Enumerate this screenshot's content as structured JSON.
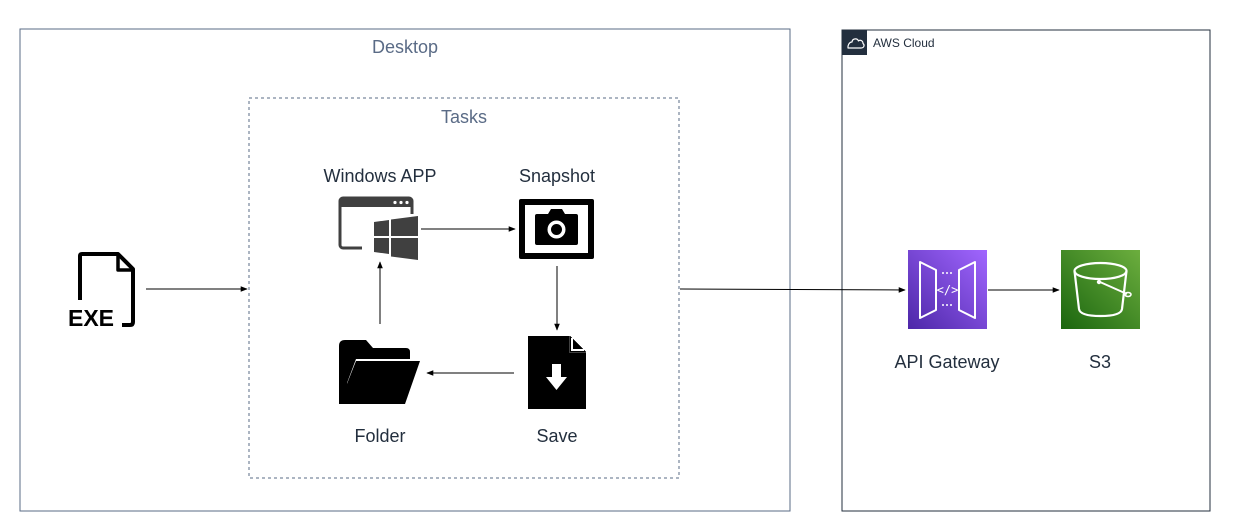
{
  "groups": {
    "desktop": {
      "title": "Desktop"
    },
    "tasks": {
      "title": "Tasks"
    },
    "aws_cloud": {
      "title": "AWS Cloud"
    }
  },
  "nodes": {
    "exe": {
      "icon": "exe-file-icon",
      "badge": "EXE"
    },
    "windows_app": {
      "label": "Windows APP",
      "icon": "windows-app-icon"
    },
    "snapshot": {
      "label": "Snapshot",
      "icon": "camera-icon"
    },
    "save": {
      "label": "Save",
      "icon": "save-document-icon"
    },
    "folder": {
      "label": "Folder",
      "icon": "open-folder-icon"
    },
    "api_gateway": {
      "label": "API Gateway",
      "icon": "api-gateway-icon",
      "color": "#7a3fe4"
    },
    "s3": {
      "label": "S3",
      "icon": "s3-bucket-icon",
      "color": "#3f8624"
    }
  },
  "edges": [
    {
      "from": "exe",
      "to": "tasks"
    },
    {
      "from": "windows_app",
      "to": "snapshot"
    },
    {
      "from": "snapshot",
      "to": "save"
    },
    {
      "from": "save",
      "to": "folder"
    },
    {
      "from": "folder",
      "to": "windows_app"
    },
    {
      "from": "tasks",
      "to": "api_gateway"
    },
    {
      "from": "api_gateway",
      "to": "s3"
    }
  ],
  "colors": {
    "group_border": "#5a6b86",
    "aws_border": "#232f3e",
    "api_gateway": "#7a3fe4",
    "s3": "#3f8624"
  }
}
